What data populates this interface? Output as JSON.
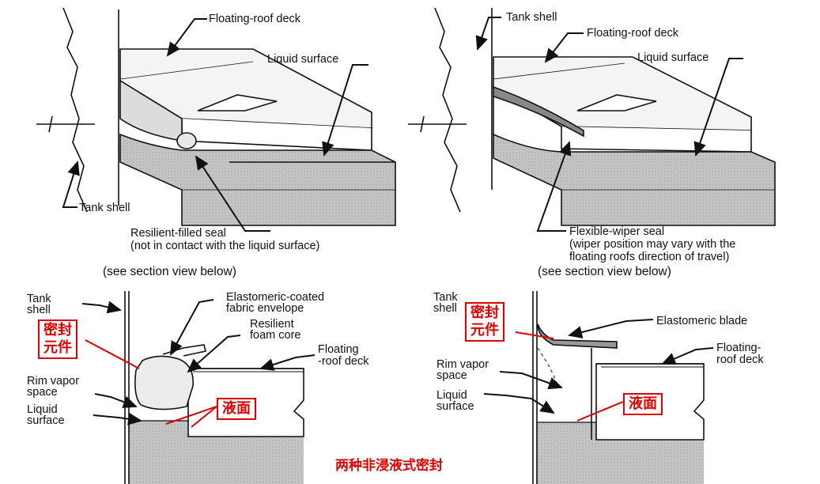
{
  "colors": {
    "annotation_red": "#e00000",
    "line": "#111111",
    "liquid_fill": "#cfcfcf",
    "seal_fill": "#e6e6e6"
  },
  "top_left": {
    "floating_roof_deck": "Floating-roof deck",
    "liquid_surface": "Liquid surface",
    "tank_shell": "Tank shell",
    "seal_caption_line1": "Resilient-filled seal",
    "seal_caption_line2": "(not in contact with the liquid surface)",
    "section_note": "(see section view below)"
  },
  "top_right": {
    "tank_shell": "Tank shell",
    "floating_roof_deck": "Floating-roof deck",
    "liquid_surface": "Liquid surface",
    "seal_caption_line1": "Flexible-wiper seal",
    "seal_caption_line2": "(wiper position may vary with the",
    "seal_caption_line3": "floating roofs direction of travel)",
    "section_note": "(see section view below)"
  },
  "bottom_left": {
    "tank_shell": "Tank\nshell",
    "envelope": "Elastomeric-coated\nfabric envelope",
    "foam_core": "Resilient\nfoam core",
    "floating_roof_deck": "Floating\n-roof deck",
    "rim_vapor_space": "Rim vapor\nspace",
    "liquid_surface": "Liquid\nsurface",
    "seal_element_cn": "密封\n元件",
    "liquid_level_cn": "液面"
  },
  "bottom_right": {
    "tank_shell": "Tank\nshell",
    "elastomeric_blade": "Elastomeric blade",
    "floating_roof_deck": "Floating-\nroof deck",
    "rim_vapor_space": "Rim vapor\nspace",
    "liquid_surface": "Liquid\nsurface",
    "seal_element_cn": "密封\n元件",
    "liquid_level_cn": "液面"
  },
  "footer_caption_cn": "两种非浸液式密封"
}
